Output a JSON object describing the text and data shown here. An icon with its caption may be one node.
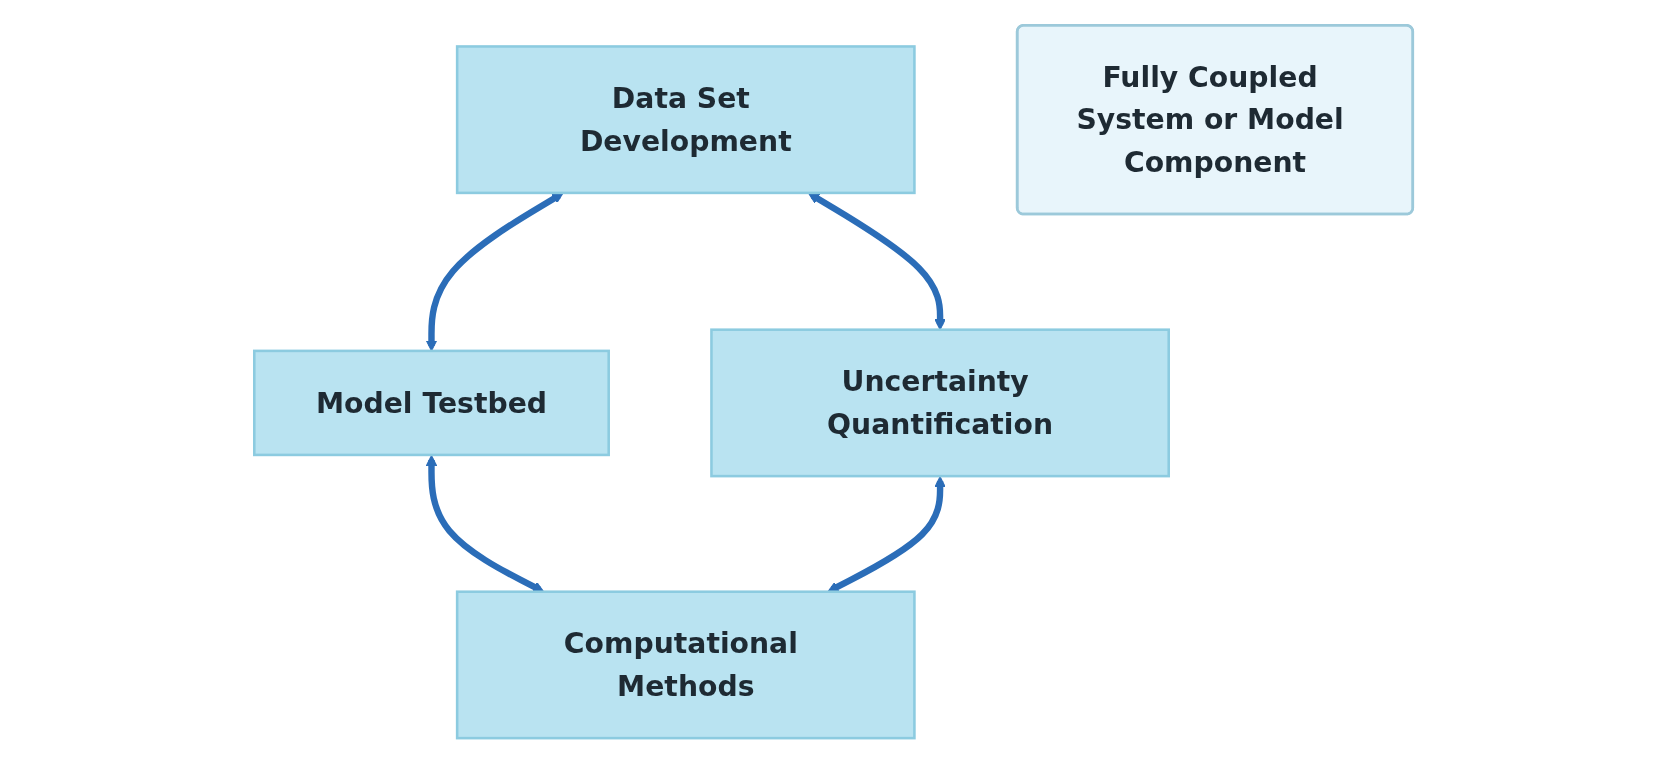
{
  "diagram": {
    "nodes": [
      {
        "text": [
          "Data Set Development"
        ]
      },
      {
        "text": [
          "Model Testbed"
        ]
      },
      {
        "text": [
          "Fully Coupled System or Model Component"
        ]
      },
      {
        "text": [
          "Uncertainty Quantification"
        ]
      },
      {
        "text": [
          "Computational Methods"
        ]
      }
    ],
    "edges": [
      {
        "from": 0,
        "to": 1,
        "arrow": "both"
      },
      {
        "from": 0,
        "to": 3,
        "arrow": "both"
      },
      {
        "from": 1,
        "to": 4,
        "arrow": "both"
      },
      {
        "from": 3,
        "to": 4,
        "arrow": "both"
      }
    ]
  }
}
